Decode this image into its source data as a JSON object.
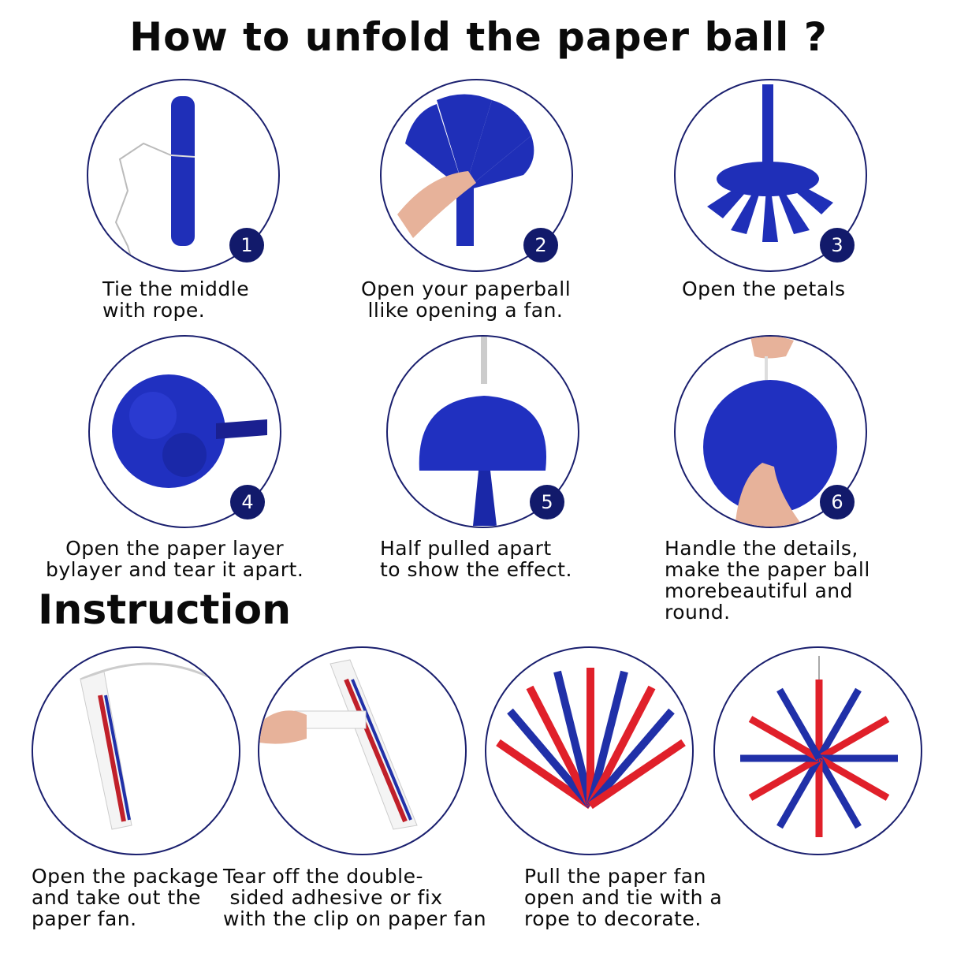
{
  "header": {
    "title": "How to unfold the paper  ball ?"
  },
  "steps": [
    {
      "number": "1",
      "caption_line1": "Tie the middle",
      "caption_line2": "with rope.",
      "illustration": "folded-paper-strip-with-string"
    },
    {
      "number": "2",
      "caption_line1": "Open your paperball",
      "caption_line2": " llike opening a fan.",
      "illustration": "hand-opening-fan"
    },
    {
      "number": "3",
      "caption_line1": "Open the petals",
      "caption_line2": "",
      "illustration": "petals-opening"
    },
    {
      "number": "4",
      "caption_line1": "Open the paper layer",
      "caption_line2": "bylayer and tear it apart.",
      "illustration": "half-fluffed-pompom"
    },
    {
      "number": "5",
      "caption_line1": "Half pulled apart",
      "caption_line2": "to show the effect.",
      "illustration": "half-pulled-pompom"
    },
    {
      "number": "6",
      "caption_line1": "Handle the details,",
      "caption_line2": "make the paper ball",
      "caption_line3": "morebeautiful and",
      "caption_line4": "round.",
      "illustration": "hands-fluffing-pompom"
    }
  ],
  "instruction": {
    "title": "Instruction",
    "items": [
      {
        "caption_line1": "Open the package",
        "caption_line2": "and take out the",
        "caption_line3": "paper fan.",
        "illustration": "folded-paper-fan"
      },
      {
        "caption_line1": "Tear off the double-",
        "caption_line2": " sided adhesive or fix",
        "caption_line3": "with the clip on paper fan",
        "illustration": "peeling-adhesive-tape"
      },
      {
        "caption_line1": "Pull the paper fan",
        "caption_line2": "open and tie with a",
        "caption_line3": "rope to decorate.",
        "illustration": "half-open-striped-fan"
      },
      {
        "illustration": "fully-open-striped-fan"
      }
    ]
  },
  "colors": {
    "circle_border": "#1a1f6e",
    "badge": "#121a6b",
    "paper_blue": "#1f2fb8",
    "fan_red": "#e0202a",
    "fan_blue": "#2030a8"
  }
}
